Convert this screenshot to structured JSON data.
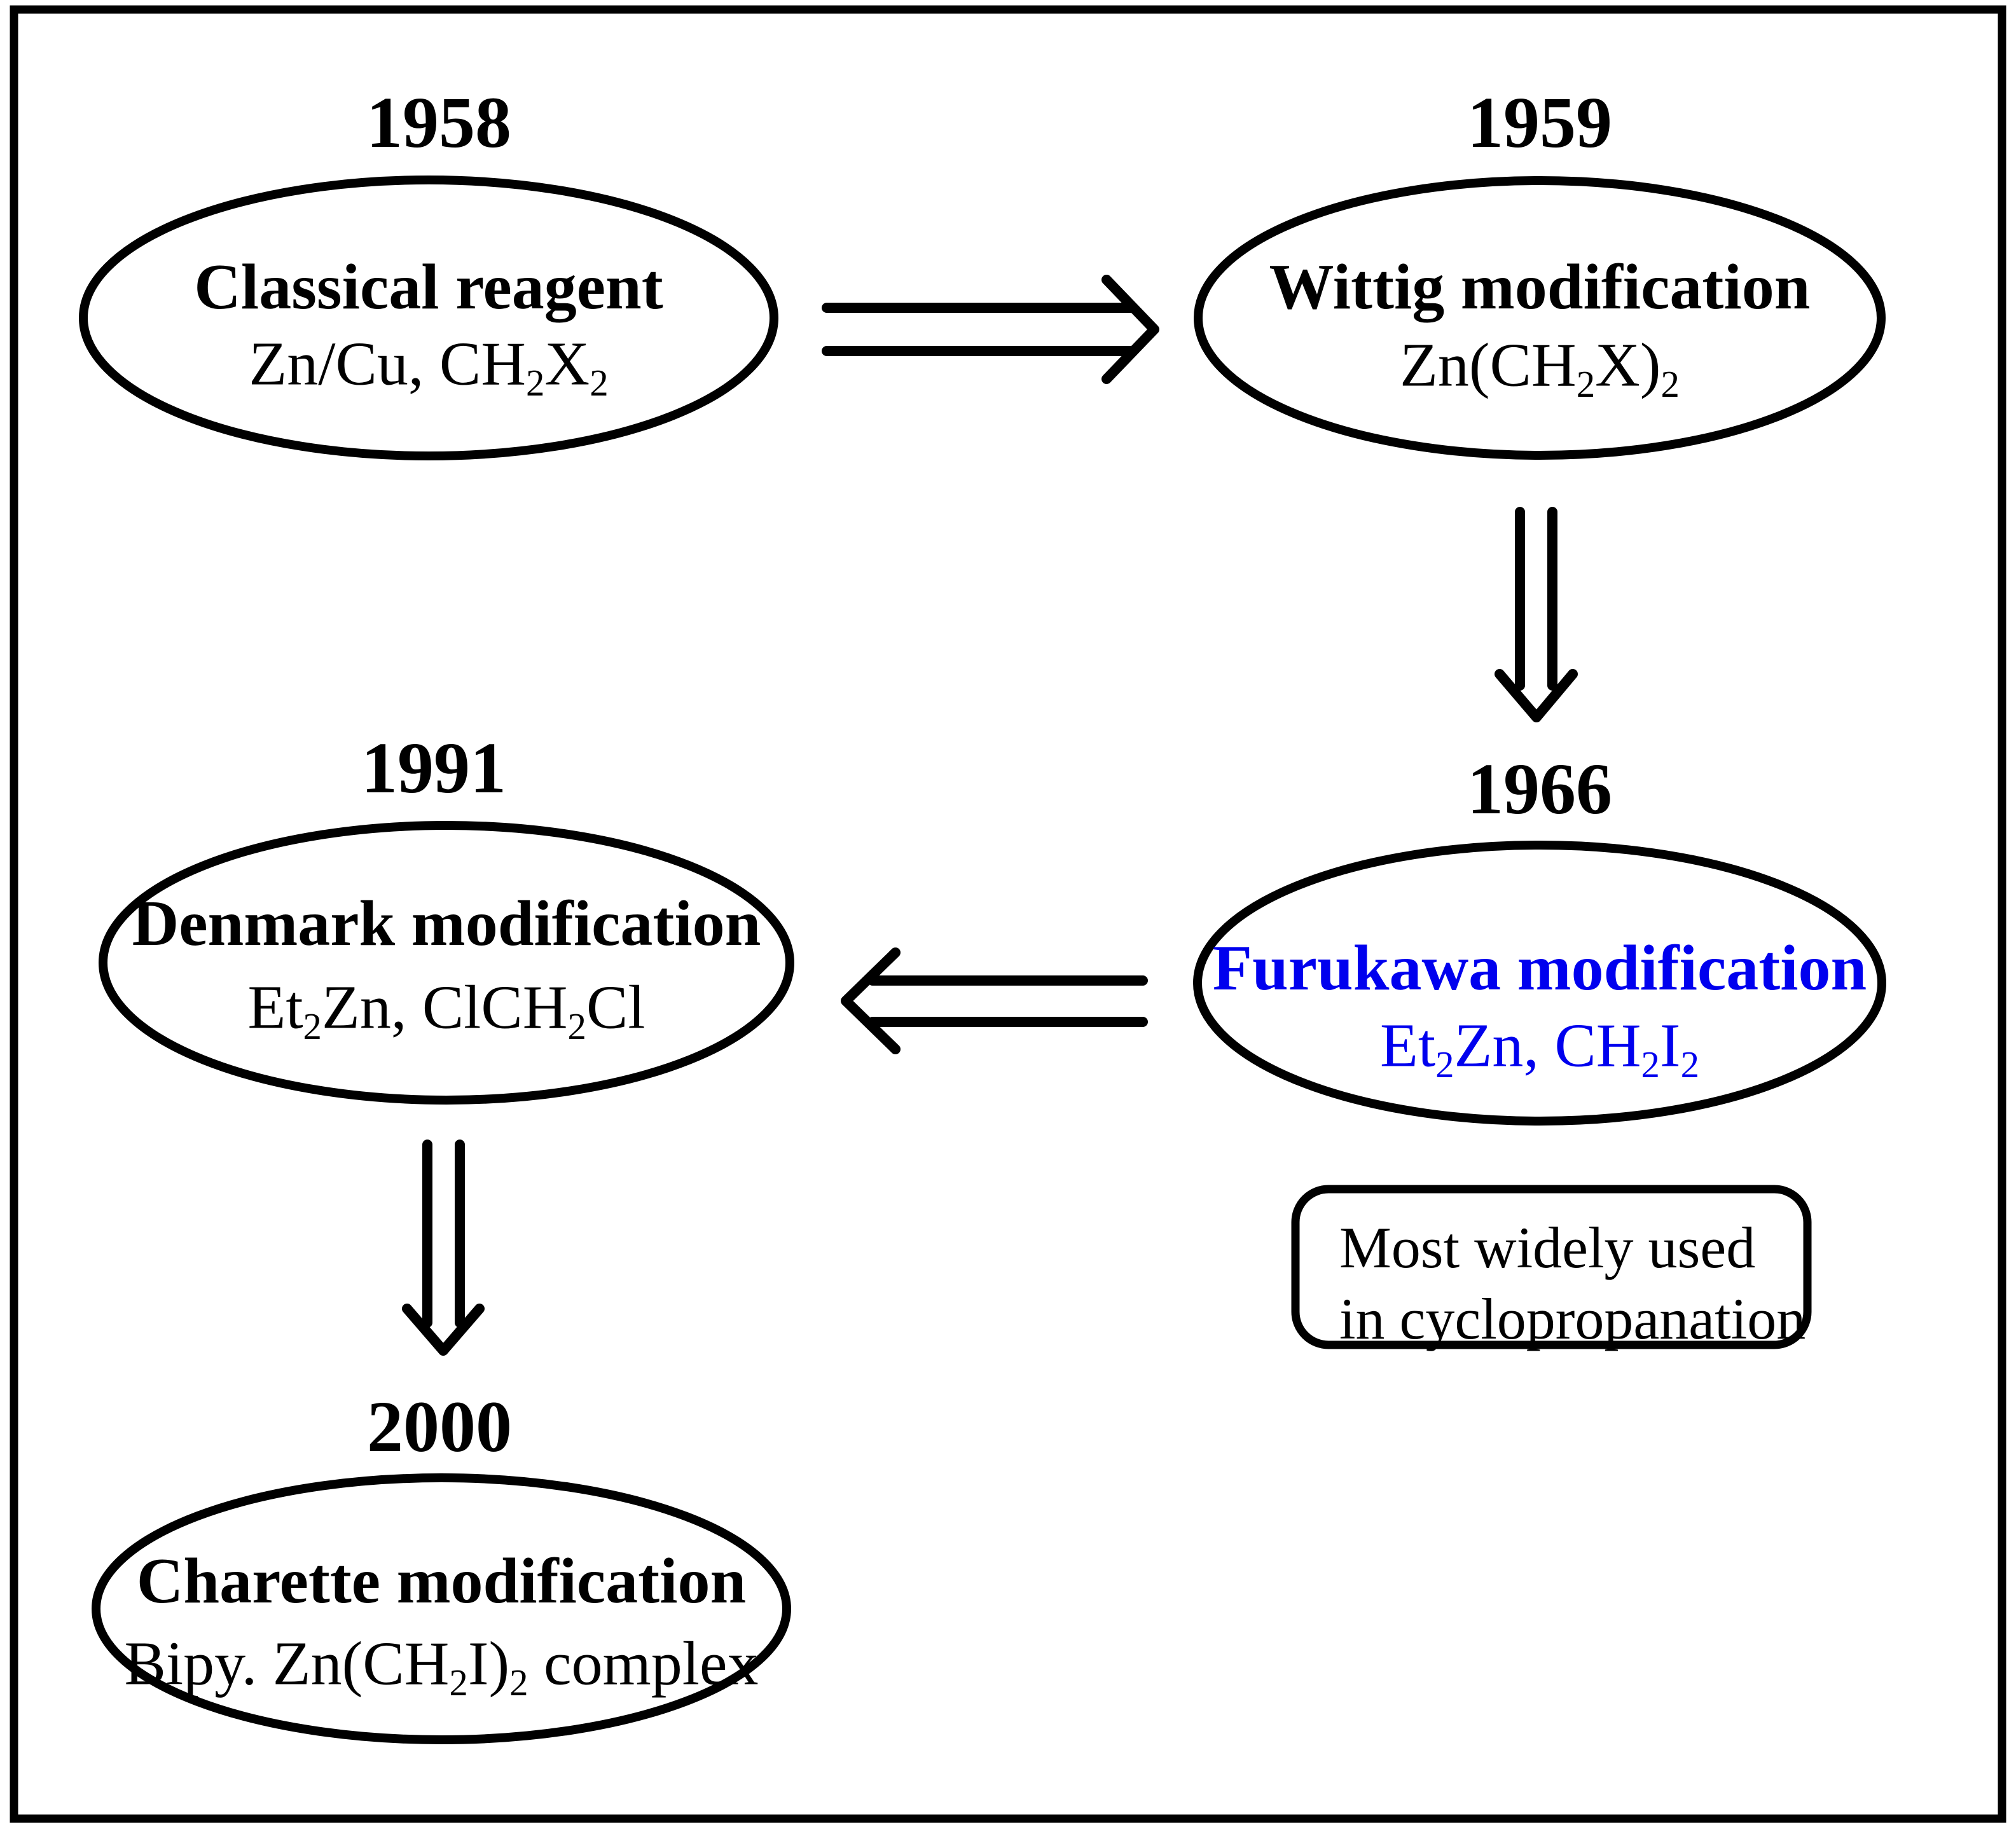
{
  "figure": {
    "type": "flowchart-timeline",
    "subject": "Evolution of Simmons-Smith type cyclopropanation reagents",
    "background_color": "#ffffff",
    "line_color": "#000000",
    "accent_blue": "#0000ee"
  },
  "nodes": [
    {
      "id": "classical",
      "year": "1958",
      "title": "Classical reagent",
      "title_color": "black",
      "formula": [
        {
          "t": "Zn/Cu, CH"
        },
        {
          "t": "2",
          "sub": true
        },
        {
          "t": "X"
        },
        {
          "t": "2",
          "sub": true
        }
      ]
    },
    {
      "id": "wittig",
      "year": "1959",
      "title": "Wittig modification",
      "title_color": "black",
      "formula": [
        {
          "t": "Zn(CH"
        },
        {
          "t": "2",
          "sub": true
        },
        {
          "t": "X)"
        },
        {
          "t": "2",
          "sub": true
        }
      ]
    },
    {
      "id": "furukawa",
      "year": "1966",
      "title": "Furukawa modification",
      "title_color": "blue",
      "formula": [
        {
          "t": "Et"
        },
        {
          "t": "2",
          "sub": true
        },
        {
          "t": "Zn, CH"
        },
        {
          "t": "2",
          "sub": true
        },
        {
          "t": "I"
        },
        {
          "t": "2",
          "sub": true
        }
      ]
    },
    {
      "id": "denmark",
      "year": "1991",
      "title": "Denmark modification",
      "title_color": "black",
      "formula": [
        {
          "t": "Et"
        },
        {
          "t": "2",
          "sub": true
        },
        {
          "t": "Zn, ClCH"
        },
        {
          "t": "2",
          "sub": true
        },
        {
          "t": "Cl"
        }
      ]
    },
    {
      "id": "charette",
      "year": "2000",
      "title": "Charette modification",
      "title_color": "black",
      "formula": [
        {
          "t": "Bipy. Zn(CH"
        },
        {
          "t": "2",
          "sub": true
        },
        {
          "t": "I)"
        },
        {
          "t": "2",
          "sub": true
        },
        {
          "t": " complex"
        }
      ]
    }
  ],
  "arrows": [
    {
      "from": "classical",
      "to": "wittig",
      "direction": "right"
    },
    {
      "from": "wittig",
      "to": "furukawa",
      "direction": "down"
    },
    {
      "from": "furukawa",
      "to": "denmark",
      "direction": "left"
    },
    {
      "from": "denmark",
      "to": "charette",
      "direction": "down"
    }
  ],
  "note": {
    "line1": "Most widely used",
    "line2": "in cyclopropanation"
  }
}
